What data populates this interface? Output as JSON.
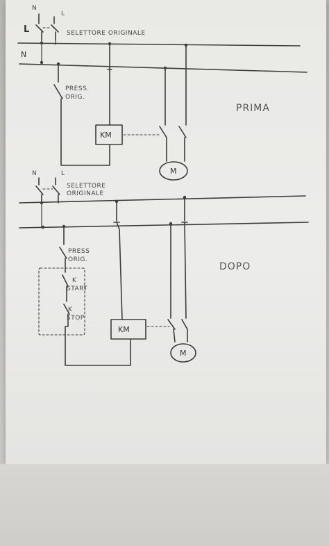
{
  "top": {
    "labels": {
      "L": "L",
      "N": "N",
      "n_small": "N",
      "l_small": "L",
      "selector": "SELETTORE ORIGINALE",
      "press_line1": "PRESS.",
      "press_line2": "ORIG.",
      "coil": "KM",
      "motor": "M",
      "title": "PRIMA"
    }
  },
  "bottom": {
    "labels": {
      "n_small": "N",
      "l_small": "L",
      "selector_line1": "SELETTORE",
      "selector_line2": "ORIGINALE",
      "press_line1": "PRESS",
      "press_line2": "ORIG.",
      "k_start_1": "K",
      "k_start_2": "START",
      "k_stop_1": "K",
      "k_stop_2": "STOP",
      "coil": "KM",
      "motor": "M",
      "title": "DOPO"
    }
  }
}
